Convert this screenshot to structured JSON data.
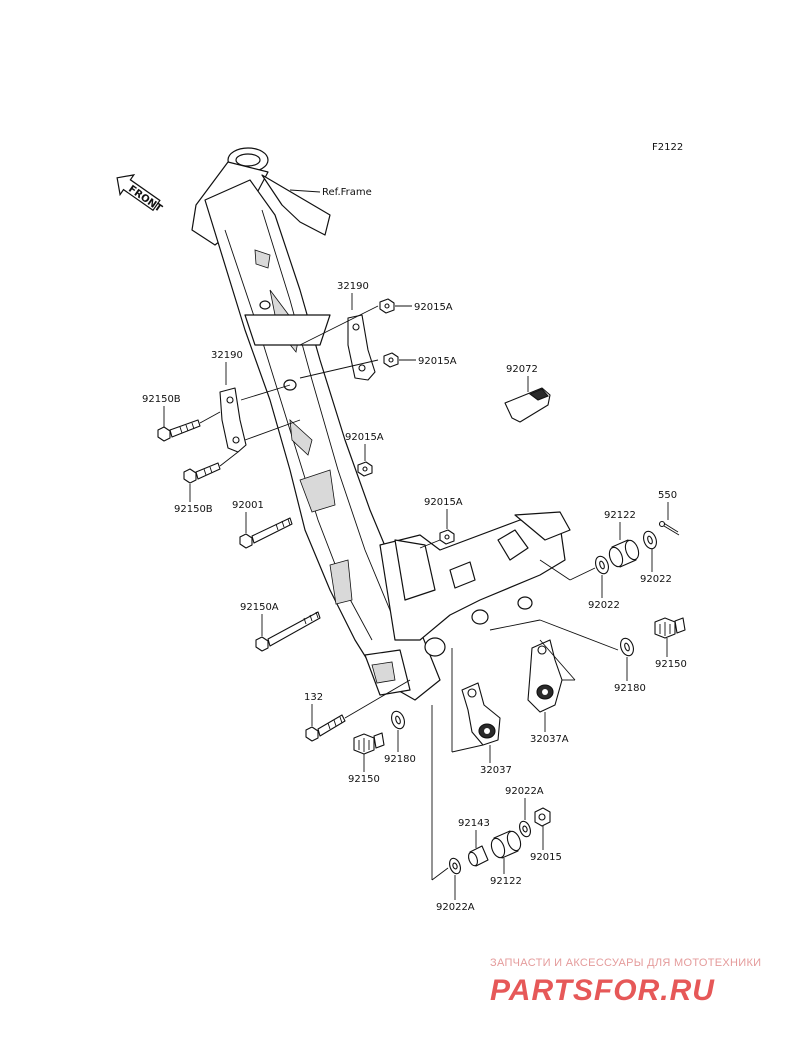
{
  "figure_code": "F2122",
  "front_marker": "FRONT",
  "frame_ref": "Ref.Frame",
  "labels": {
    "l32190_upper": "32190",
    "l92015A_1": "92015A",
    "l92015A_2": "92015A",
    "l92072": "92072",
    "l32190_left": "32190",
    "l92150B_1": "92150B",
    "l92015A_3": "92015A",
    "l92150B_2": "92150B",
    "l92001": "92001",
    "l92015A_4": "92015A",
    "l550": "550",
    "l92122_right": "92122",
    "l92022_right": "92022",
    "l92022_mid": "92022",
    "l92150A": "92150A",
    "l92150_right": "92150",
    "l92180_right": "92180",
    "l132": "132",
    "l92180_left": "92180",
    "l32037A": "32037A",
    "l92150_left": "92150",
    "l32037": "32037",
    "l92022A_top": "92022A",
    "l92143": "92143",
    "l92015_bottom": "92015",
    "l92122_bottom": "92122",
    "l92022A_bottom": "92022A"
  },
  "watermark": {
    "tagline": "ЗАПЧАСТИ И АКСЕССУАРЫ ДЛЯ МОТОТЕХНИКИ",
    "brand": "PARTSFOR.RU"
  },
  "colors": {
    "line": "#111111",
    "watermark_red": "#e23b3b",
    "watermark_light": "#e08a8a"
  }
}
